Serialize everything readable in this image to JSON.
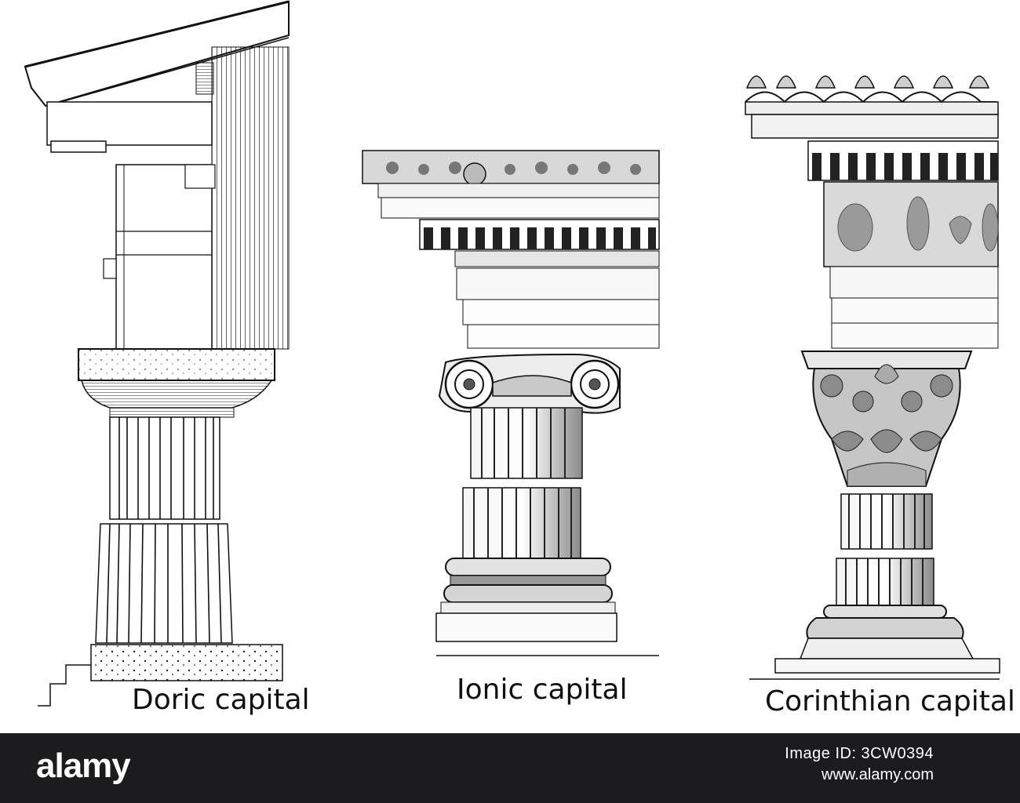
{
  "labels": {
    "doric": "Doric capital",
    "ionic": "Ionic capital",
    "corinthian": "Corinthian capital"
  },
  "watermark": {
    "logo_text": "alamy",
    "image_id": "Image ID: 3CW0394",
    "url": "www.alamy.com"
  },
  "colors": {
    "ink": "#111111",
    "paper": "#ffffff",
    "watermark_bar": "#1c1c1e"
  }
}
